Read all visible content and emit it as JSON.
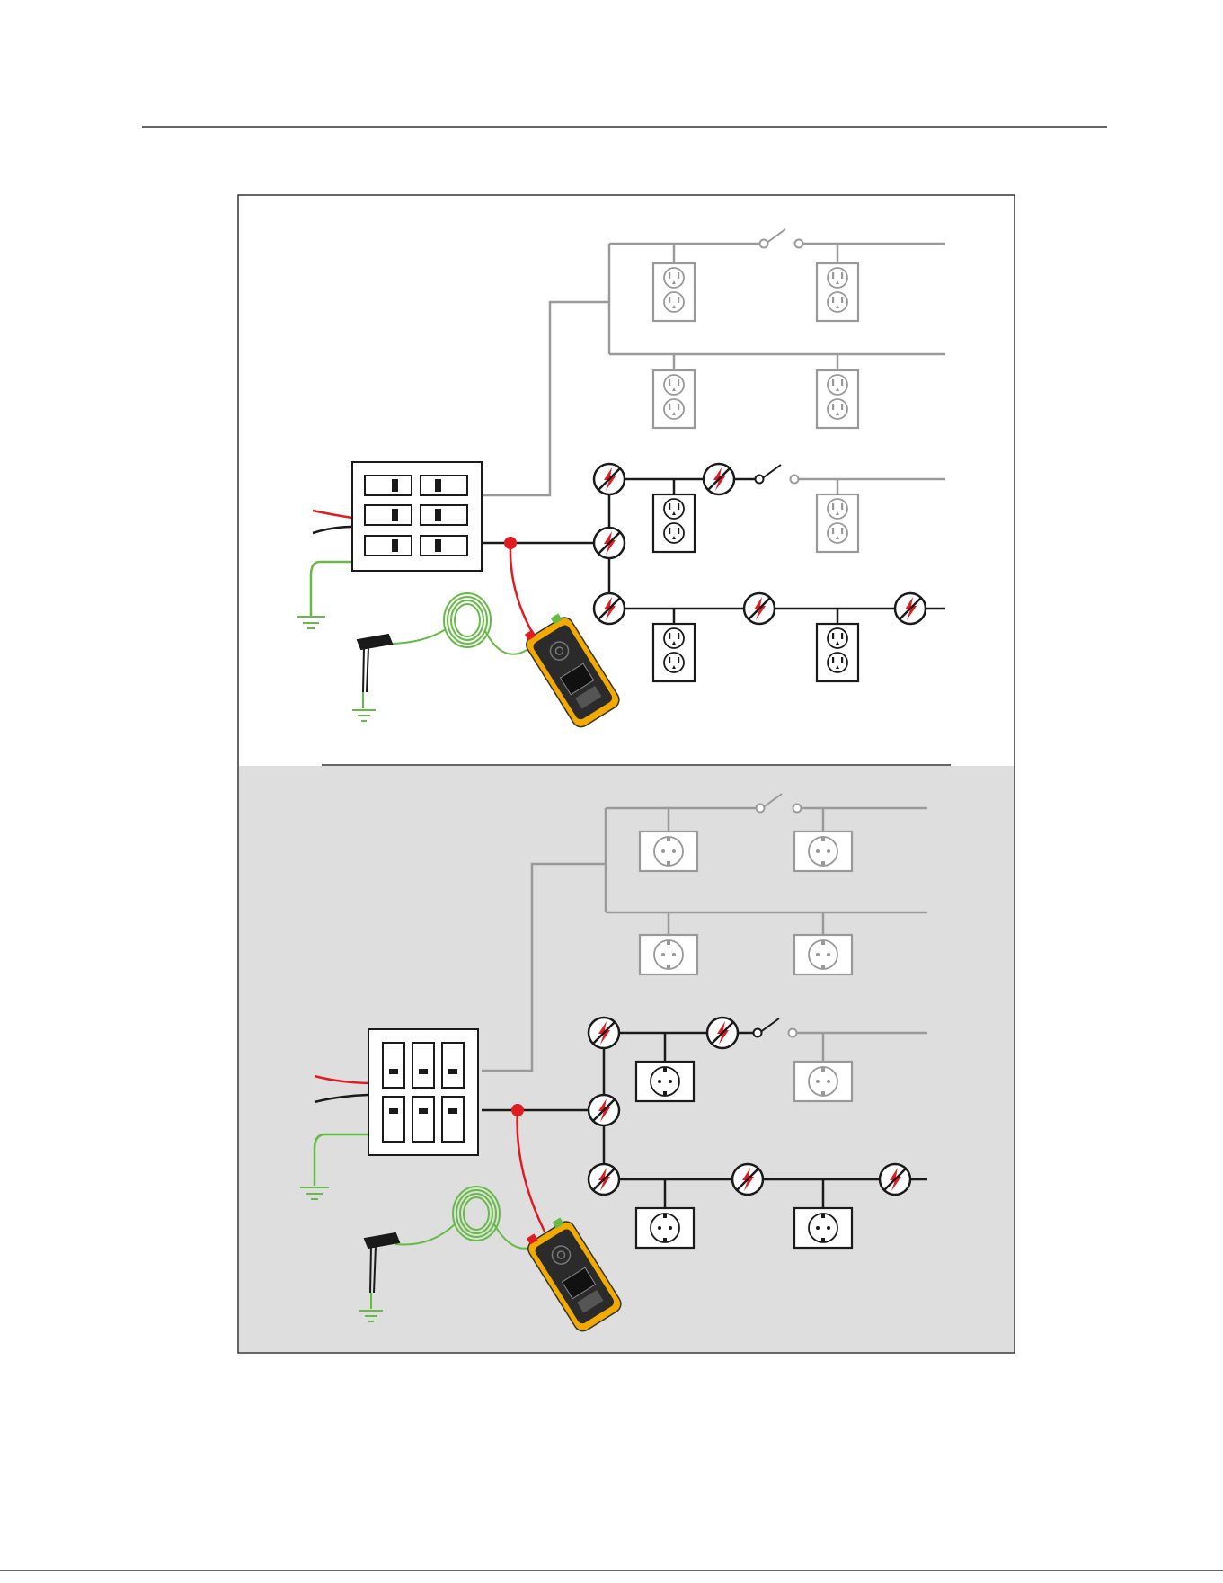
{
  "document": {
    "header_rule": "visible",
    "figure": "wiring-diagram"
  },
  "colors": {
    "hot_wire": "#e21b23",
    "neutral_wire": "#1a1a1a",
    "ground_wire": "#66bb44",
    "inactive_wire": "#999999",
    "panel_gray": "#dedede",
    "tester_yellow": "#f2a900",
    "tester_black": "#2b2b2b",
    "fault_red": "#e21b23"
  },
  "icons": [
    "breaker-panel-icon",
    "us-outlet-icon",
    "schuko-outlet-icon",
    "switch-icon",
    "fault-lightning-icon",
    "ground-symbol-icon",
    "ground-stake-clip-icon",
    "coiled-lead-icon",
    "circuit-tracer-icon"
  ],
  "panels": [
    {
      "region": "US",
      "outlet_style": "us-duplex",
      "inactive_outlets": 5,
      "active_outlets": 3,
      "fault_markers": 6,
      "switches": 2
    },
    {
      "region": "EU",
      "outlet_style": "schuko",
      "inactive_outlets": 5,
      "active_outlets": 3,
      "fault_markers": 6,
      "switches": 2
    }
  ]
}
